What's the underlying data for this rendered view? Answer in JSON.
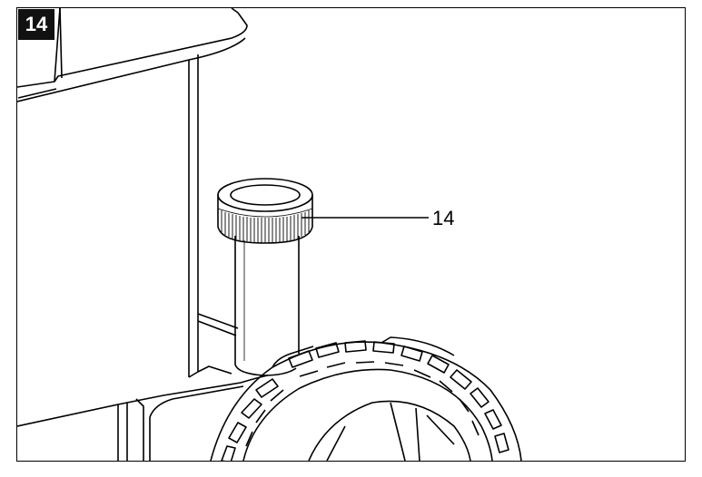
{
  "figure": {
    "number": "14"
  },
  "callouts": [
    {
      "label": "14",
      "part": "knurled-knob"
    }
  ],
  "colors": {
    "line": "#000000",
    "background": "#ffffff",
    "badge": "#111111"
  }
}
